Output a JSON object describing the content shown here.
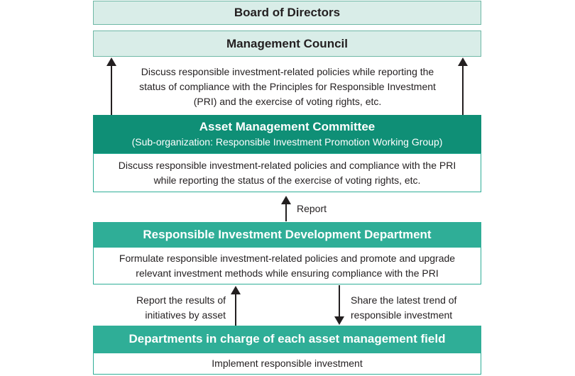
{
  "board": {
    "label": "Board of Directors"
  },
  "council": {
    "label": "Management Council"
  },
  "council_note": "Discuss responsible investment-related policies while reporting the status of compliance with the Principles for Responsible Investment (PRI) and the exercise of voting rights, etc.",
  "amc": {
    "title": "Asset Management Committee",
    "subtitle": "(Sub-organization: Responsible Investment Promotion Working Group)",
    "description": "Discuss responsible investment-related policies and compliance with the PRI while reporting the status of the exercise of voting rights, etc."
  },
  "report_label": "Report",
  "ridd": {
    "title": "Responsible Investment Development Department",
    "description": "Formulate responsible investment-related policies and promote and upgrade relevant investment methods while ensuring compliance with the PRI"
  },
  "left_note": "Report the results of initiatives by asset",
  "right_note": "Share the latest trend of responsible investment",
  "departments": {
    "title": "Departments in charge of each asset management field",
    "description": "Implement responsible investment"
  },
  "colors": {
    "light_fill": "#d9ede8",
    "dark_teal": "#0f8f76",
    "medium_teal": "#2fae97",
    "text": "#231f20"
  }
}
